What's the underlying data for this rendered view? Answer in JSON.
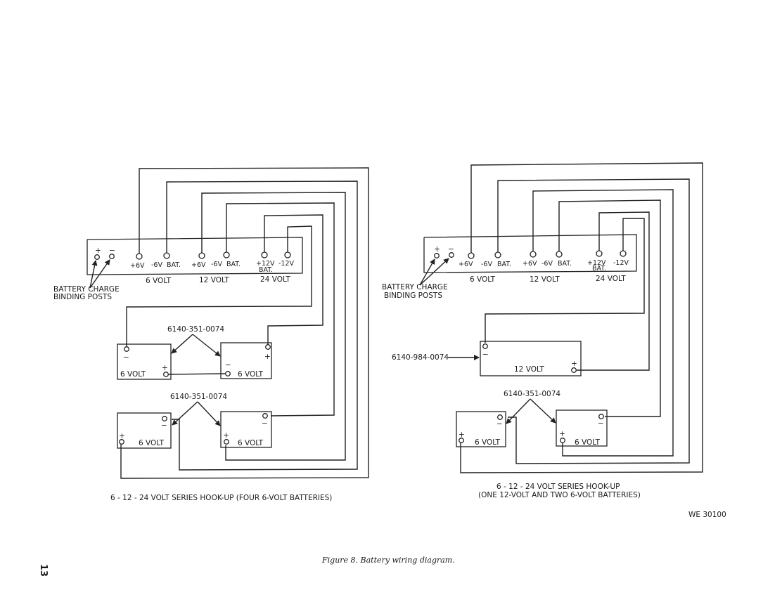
{
  "figure": {
    "caption": "Figure 8.  Battery wiring diagram.",
    "page_number": "13",
    "code": "WE 30100"
  },
  "left_diagram": {
    "title": "6 - 12 - 24 VOLT SERIES HOOK-UP (FOUR 6-VOLT BATTERIES)",
    "panel": {
      "charge_plus": "+",
      "charge_minus": "−",
      "terminals": [
        "+6V",
        "-6V",
        "BAT.",
        "+6V",
        "-6V",
        "BAT.",
        "+12V",
        "BAT.",
        "-12V"
      ],
      "groups": [
        "6 VOLT",
        "12 VOLT",
        "24 VOLT"
      ]
    },
    "charge_label_line1": "BATTERY CHARGE",
    "charge_label_line2": "BINDING POSTS",
    "part_number_top": "6140-351-0074",
    "part_number_bottom": "6140-351-0074",
    "batteries": [
      {
        "label": "6 VOLT",
        "plus": "+",
        "minus": "−"
      },
      {
        "label": "6 VOLT",
        "plus": "+",
        "minus": "−"
      },
      {
        "label": "6 VOLT",
        "plus": "+",
        "minus": "−"
      },
      {
        "label": "6 VOLT",
        "plus": "+",
        "minus": "−"
      }
    ]
  },
  "right_diagram": {
    "title_line1": "6 - 12 - 24 VOLT SERIES HOOK-UP",
    "title_line2": "(ONE 12-VOLT AND TWO 6-VOLT BATTERIES)",
    "panel": {
      "charge_plus": "+",
      "charge_minus": "−",
      "terminals": [
        "+6V",
        "-6V",
        "BAT.",
        "+6V",
        "-6V",
        "BAT.",
        "+12V",
        "BAT.",
        "-12V"
      ],
      "groups": [
        "6 VOLT",
        "12 VOLT",
        "24 VOLT"
      ]
    },
    "charge_label_line1": "BATTERY CHARGE",
    "charge_label_line2": "BINDING POSTS",
    "part_number_12v": "6140-984-0074",
    "part_number_6v": "6140-351-0074",
    "batteries": [
      {
        "label": "12 VOLT",
        "plus": "+",
        "minus": "−"
      },
      {
        "label": "6 VOLT",
        "plus": "+",
        "minus": "−"
      },
      {
        "label": "6 VOLT",
        "plus": "+",
        "minus": "−"
      }
    ]
  }
}
